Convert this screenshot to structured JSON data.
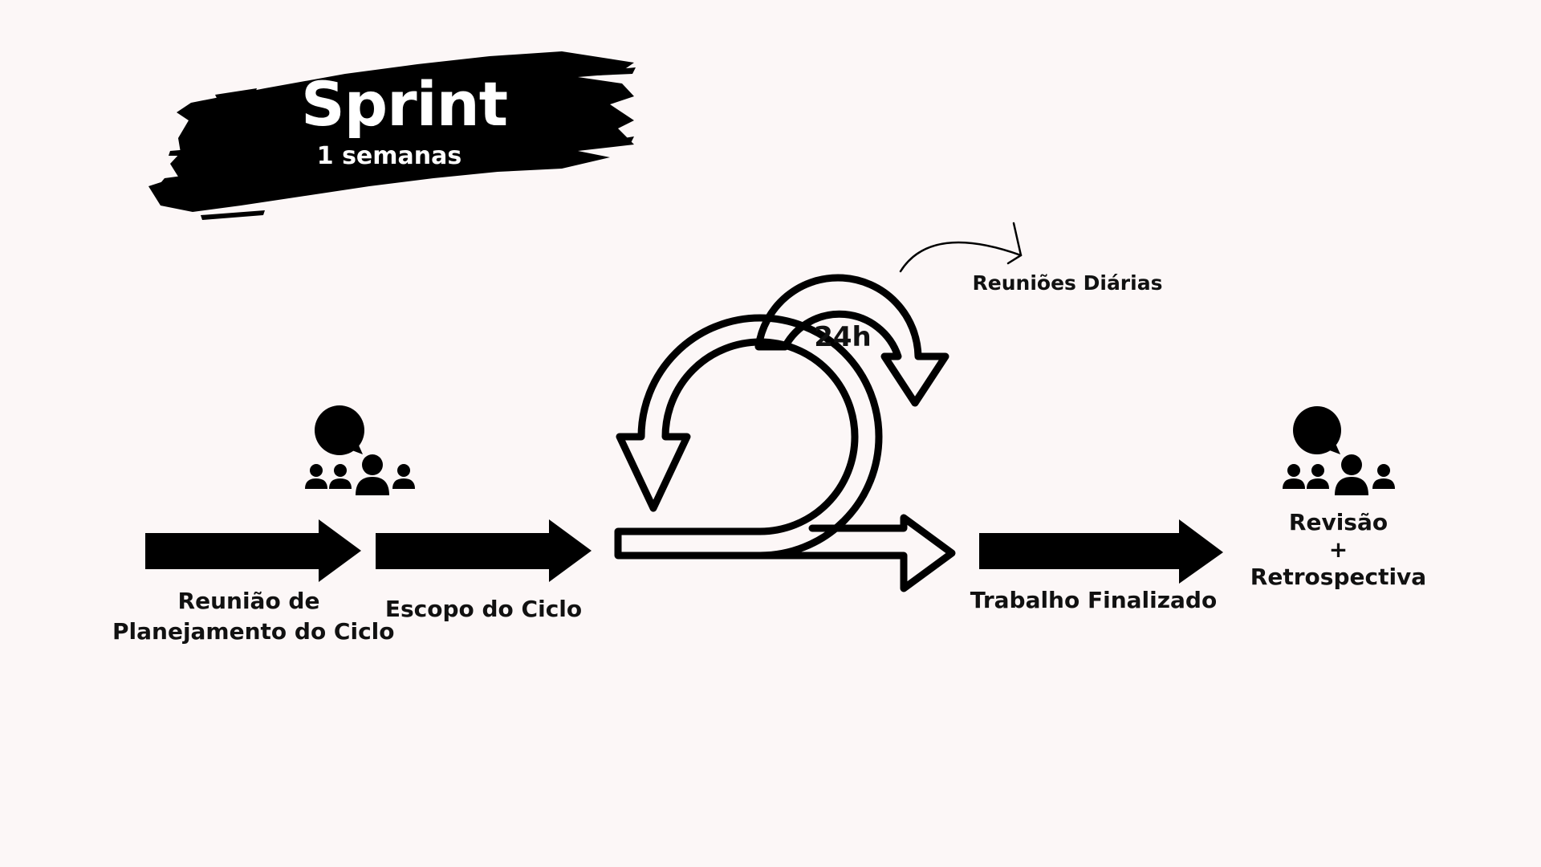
{
  "header": {
    "title": "Sprint",
    "subtitle": "1 semanas"
  },
  "steps": [
    {
      "line1": "Reunião de",
      "line2": "Planejamento do Ciclo"
    },
    {
      "label": "Escopo do Ciclo"
    },
    {
      "label": "Trabalho Finalizado"
    },
    {
      "line1": "Revisão",
      "line2": "+",
      "line3": "Retrospectiva"
    }
  ],
  "cycle": {
    "hours_label": "24h",
    "daily_label": "Reuniões Diárias"
  },
  "colors": {
    "background": "#fcf7f7",
    "ink": "#000000",
    "header_text": "#ffffff"
  },
  "icons": [
    "team-meeting-icon",
    "scrum-cycle-icon",
    "daily-cycle-arrow-icon",
    "curved-pointer-arrow-icon"
  ]
}
